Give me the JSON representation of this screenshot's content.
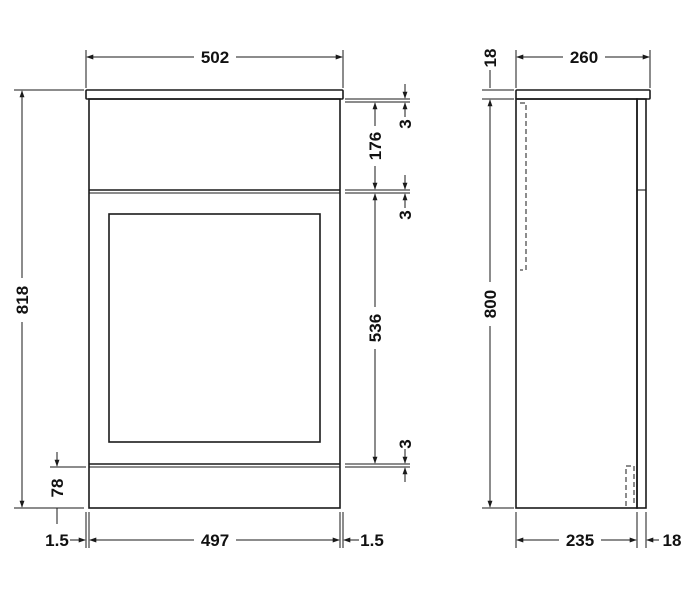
{
  "front_view": {
    "overall_width": "502",
    "overall_height": "818",
    "drawer_height": "176",
    "door_height": "536",
    "plinth_height": "78",
    "gap_top": "3",
    "gap_middle": "3",
    "gap_bottom": "3",
    "inner_width": "497",
    "side_offset_left": "1.5",
    "side_offset_right": "1.5"
  },
  "side_view": {
    "top_thickness": "18",
    "top_depth": "260",
    "body_height": "800",
    "body_depth": "235",
    "door_thickness": "18"
  }
}
